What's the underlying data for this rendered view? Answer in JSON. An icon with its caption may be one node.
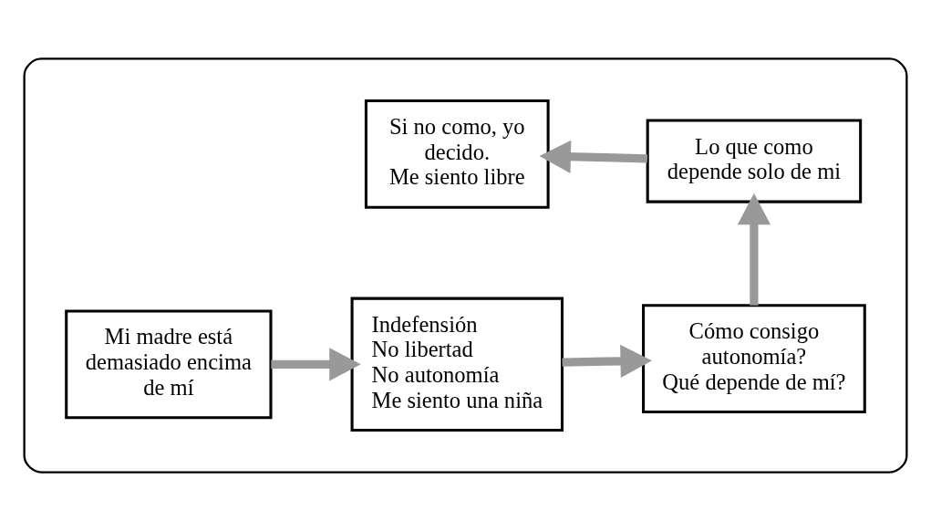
{
  "diagram": {
    "nodes": [
      {
        "text": [],
        "shape": "box"
      },
      {
        "text": [
          "Mi madre está demasiado encima de mí"
        ],
        "in": 0
      },
      {
        "text": [
          "Indefensión",
          "No libertad",
          "No autonomía",
          "Me siento una niña"
        ],
        "in": 0
      },
      {
        "text": [
          "Cómo consigo autonomía?",
          "Qué depende de mí?"
        ],
        "in": 0
      },
      {
        "text": [
          "Lo que como depende solo de mi"
        ],
        "in": 0
      },
      {
        "text": [
          "Si no como, yo decido.",
          "Me siento libre"
        ],
        "in": 0
      }
    ],
    "edges": [
      {
        "from": 1,
        "to": 2,
        "arrow": "to"
      },
      {
        "from": 2,
        "to": 3,
        "arrow": "to"
      },
      {
        "from": 3,
        "to": 4,
        "arrow": "to"
      },
      {
        "from": 4,
        "to": 5,
        "arrow": "to"
      }
    ]
  }
}
